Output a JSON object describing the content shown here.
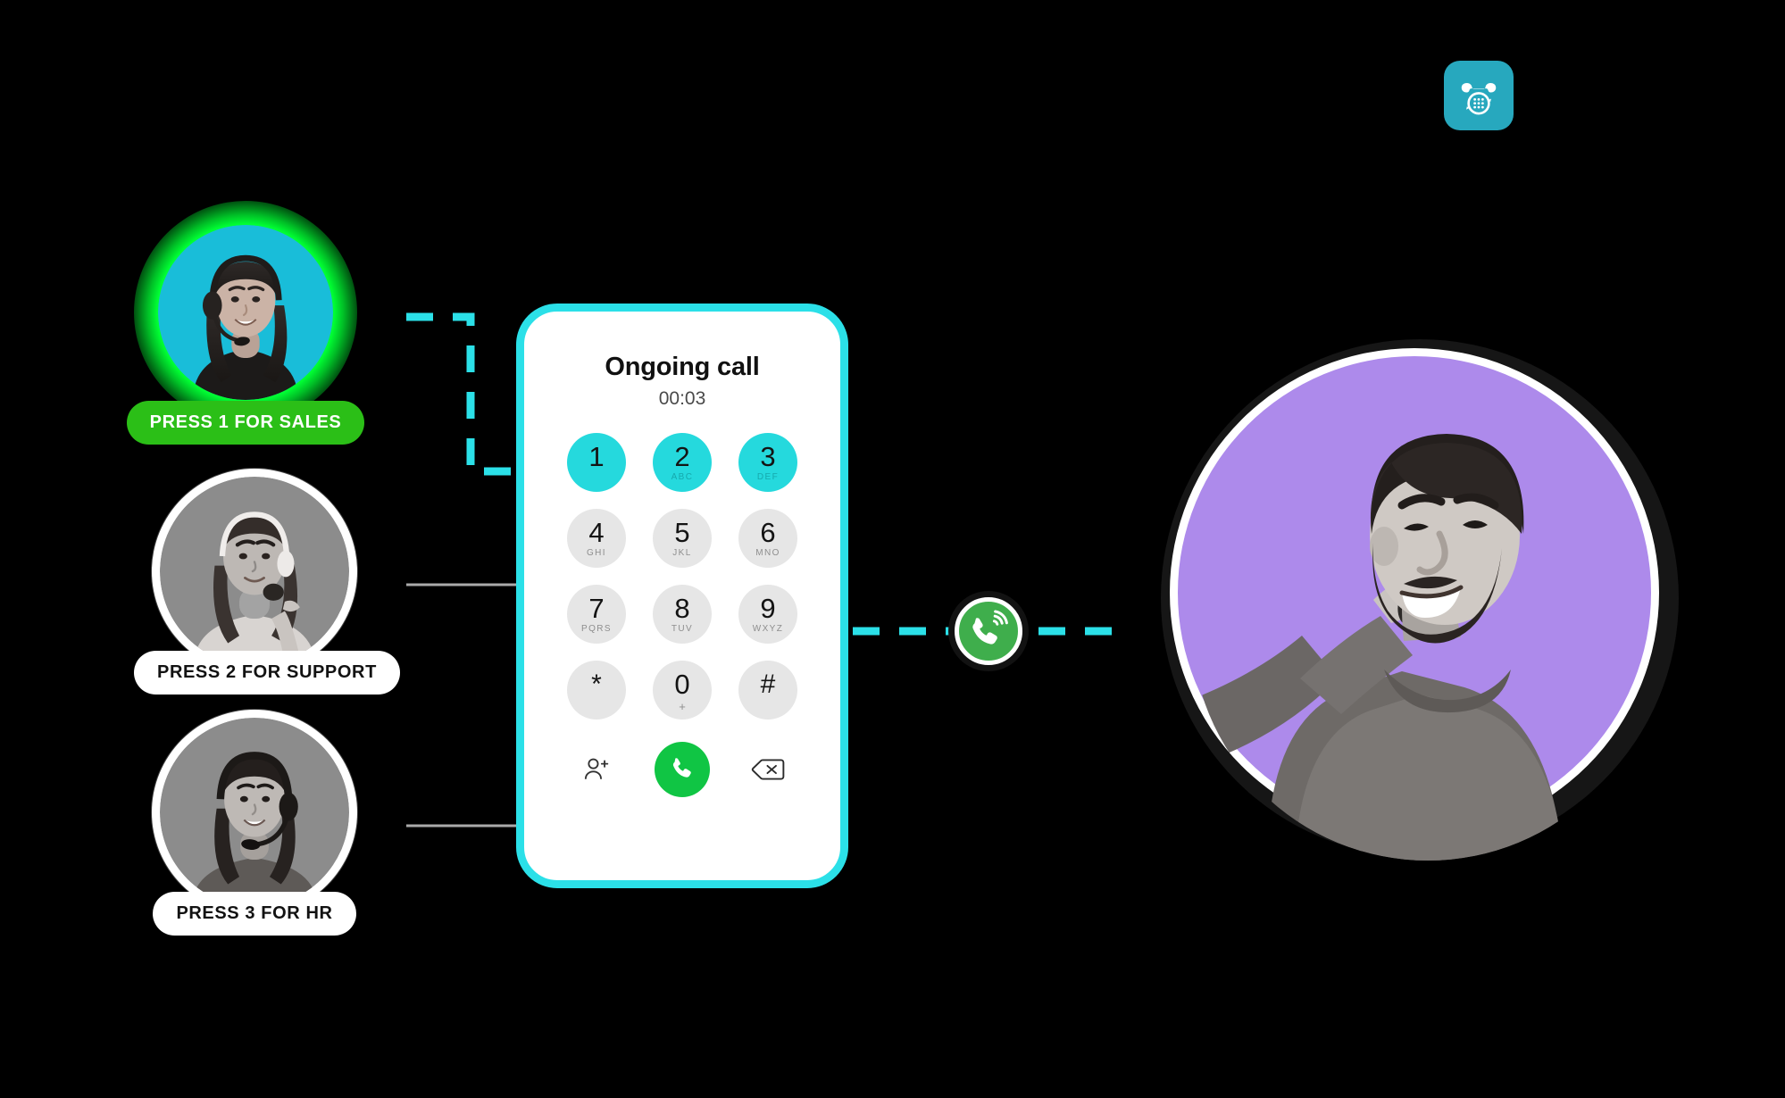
{
  "scene": {
    "title": "Ongoing call IVR routing illustration",
    "background_color": "#000000"
  },
  "app_icon": {
    "name": "telephone-app-icon",
    "glyph": "rotary-telephone",
    "background_color": "#27A8BE",
    "glyph_color": "#FFFFFF"
  },
  "agents": [
    {
      "id": "sales",
      "badge_label": "PRESS 1 FOR SALES",
      "state": "active",
      "badge_bg": "#2BBF17",
      "badge_text_color": "#FFFFFF",
      "ring_color": "#00FF33",
      "portrait_bg": "#19BDD9",
      "portrait_alt": "Smiling female call agent wearing a headset",
      "maps_to_key": "1"
    },
    {
      "id": "support",
      "badge_label": "PRESS 2 FOR SUPPORT",
      "state": "inactive",
      "badge_bg": "#FFFFFF",
      "badge_text_color": "#121212",
      "ring_color": "#FFFFFF",
      "portrait_bg": "#8C8C8C",
      "portrait_alt": "Female support agent with headset, grayscale",
      "maps_to_key": "2"
    },
    {
      "id": "hr",
      "badge_label": "PRESS 3 FOR HR",
      "state": "inactive",
      "badge_bg": "#FFFFFF",
      "badge_text_color": "#121212",
      "ring_color": "#FFFFFF",
      "portrait_alt": "Female HR agent with headset, grayscale",
      "portrait_bg": "#8C8C8C",
      "maps_to_key": "3"
    }
  ],
  "phone": {
    "frame_color": "#2BE0E8",
    "screen_color": "#FFFFFF",
    "call_title": "Ongoing call",
    "call_timer": "00:03",
    "keys": [
      {
        "digit": "1",
        "sub": "",
        "highlighted": true
      },
      {
        "digit": "2",
        "sub": "ABC",
        "highlighted": true
      },
      {
        "digit": "3",
        "sub": "DEF",
        "highlighted": true
      },
      {
        "digit": "4",
        "sub": "GHI",
        "highlighted": false
      },
      {
        "digit": "5",
        "sub": "JKL",
        "highlighted": false
      },
      {
        "digit": "6",
        "sub": "MNO",
        "highlighted": false
      },
      {
        "digit": "7",
        "sub": "PQRS",
        "highlighted": false
      },
      {
        "digit": "8",
        "sub": "TUV",
        "highlighted": false
      },
      {
        "digit": "9",
        "sub": "WXYZ",
        "highlighted": false
      },
      {
        "digit": "*",
        "sub": "",
        "highlighted": false
      },
      {
        "digit": "0",
        "sub": "+",
        "highlighted": false
      },
      {
        "digit": "#",
        "sub": "",
        "highlighted": false
      }
    ],
    "actions": [
      {
        "id": "add-contact",
        "icon": "add-contact-icon"
      },
      {
        "id": "call",
        "icon": "call-handset-icon",
        "color": "#10C544"
      },
      {
        "id": "backspace",
        "icon": "backspace-icon"
      }
    ],
    "key_highlight_color": "#25D9DD",
    "key_idle_color": "#E6E6E6"
  },
  "call_node": {
    "name": "active-call-node",
    "icon": "call-handset-waves-icon",
    "circle_color": "#3FAE4C",
    "ring_color": "#FFFFFF"
  },
  "customer": {
    "alt": "Smiling man talking on a mobile phone",
    "disc_color": "#AD8AEB",
    "outline_color": "#FFFFFF",
    "shadow_color": "#161616"
  },
  "connectors": [
    {
      "id": "sales-to-key1",
      "style": "dashed",
      "color": "#2BE0E8"
    },
    {
      "id": "support-to-key2",
      "style": "solid",
      "color": "#AAAAAA"
    },
    {
      "id": "hr-to-key3",
      "style": "solid",
      "color": "#AAAAAA"
    },
    {
      "id": "phone-to-customer",
      "style": "dashed",
      "color": "#2BE0E8"
    }
  ]
}
